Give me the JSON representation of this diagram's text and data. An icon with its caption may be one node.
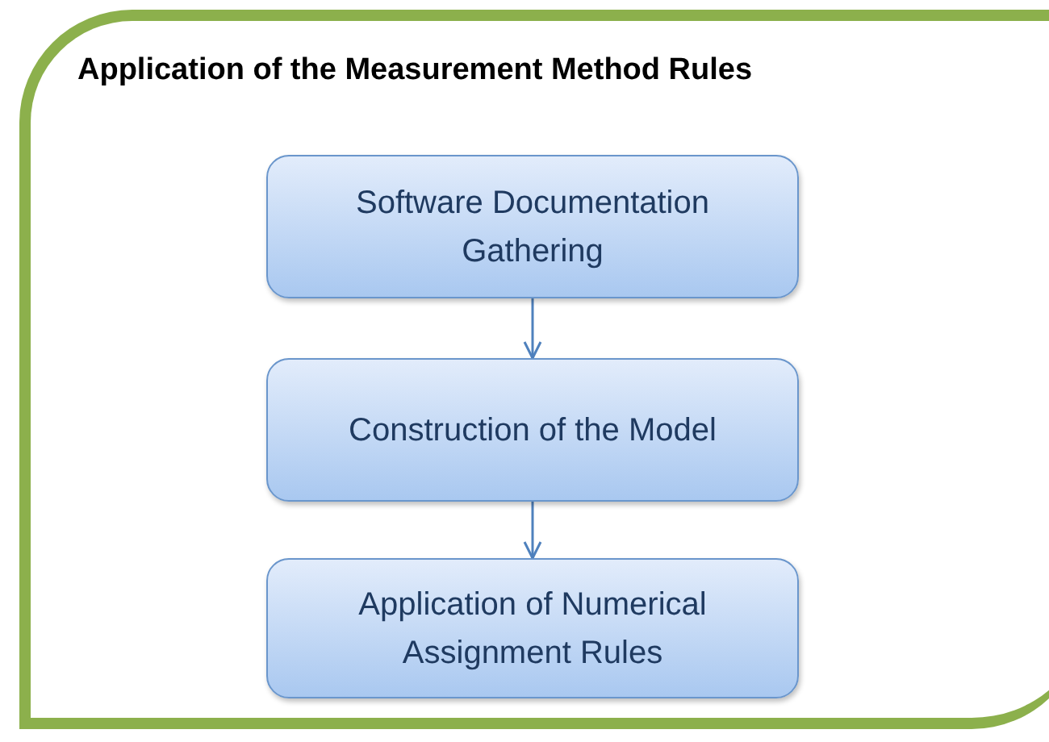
{
  "diagram": {
    "title": "Application of the Measurement Method Rules",
    "nodes": [
      {
        "text": [
          "Software Documentation Gathering"
        ]
      },
      {
        "text": [
          "Construction of the Model"
        ]
      },
      {
        "text": [
          "Application of Numerical Assignment Rules"
        ]
      }
    ],
    "edges": [
      {
        "from": 0,
        "to": 1,
        "arrow": "to"
      },
      {
        "from": 1,
        "to": 2,
        "arrow": "to"
      }
    ]
  }
}
